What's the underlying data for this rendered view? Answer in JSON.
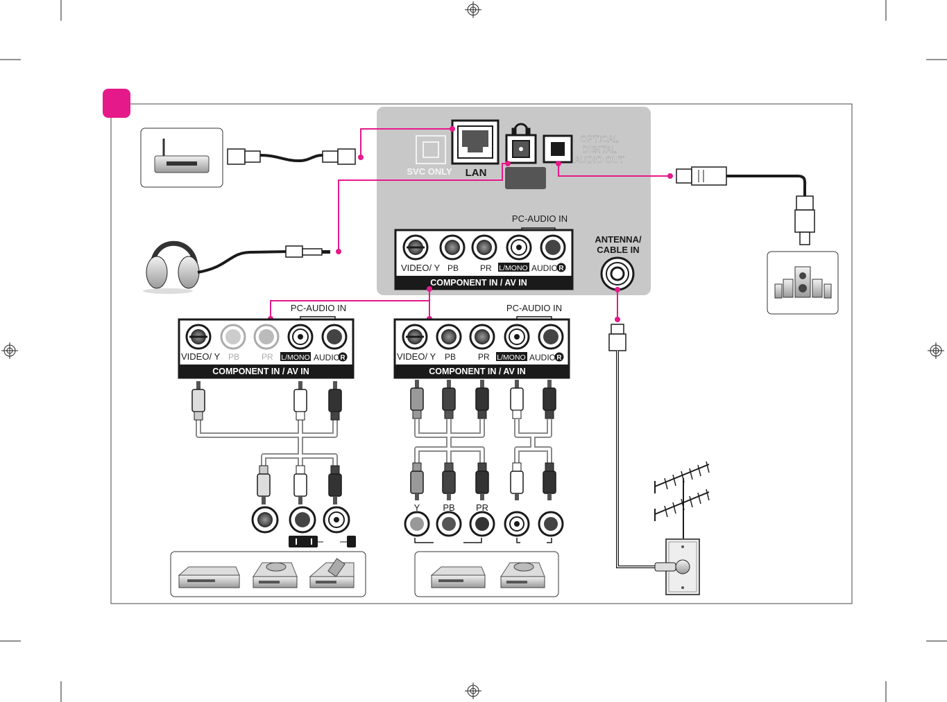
{
  "colors": {
    "accent": "#e5198a",
    "panel": "#c8c8c8",
    "dark": "#1a1a1a",
    "frame": "#444444"
  },
  "top_panel": {
    "svc_only": "SVC ONLY",
    "lan": "LAN",
    "headphone_symbol": "headphone-icon",
    "optical_line1": "OPTICAL",
    "optical_line2": "DIGITAL",
    "optical_line3": "AUDIO OUT",
    "pc_audio_in": "PC-AUDIO IN",
    "video_y": "VIDEO/ Y",
    "pb": "PB",
    "pr": "PR",
    "l_mono": "L/MONO",
    "audio": "AUDIO",
    "audio_r": "R",
    "component_bar": "COMPONENT IN / AV IN",
    "antenna_line1": "ANTENNA/",
    "antenna_line2": "CABLE IN"
  },
  "left_panel": {
    "pc_audio_in": "PC-AUDIO IN",
    "video_y": "VIDEO/ Y",
    "pb": "PB",
    "pr": "PR",
    "l_mono": "L/MONO",
    "audio": "AUDIO",
    "audio_r": "R",
    "component_bar": "COMPONENT IN / AV IN"
  },
  "right_panel": {
    "pc_audio_in": "PC-AUDIO IN",
    "video_y": "VIDEO/ Y",
    "pb": "PB",
    "pr": "PR",
    "l_mono": "L/MONO",
    "audio": "AUDIO",
    "audio_r": "R",
    "component_bar": "COMPONENT IN / AV IN"
  },
  "component_device_labels": {
    "y": "Y",
    "pb": "PB",
    "pr": "PR"
  },
  "devices": {
    "router": "router-icon",
    "headphones": "headphones-icon",
    "speakers": "home-theater-speakers-icon",
    "antenna": "antenna-icon",
    "wall_jack": "wall-outlet-icon",
    "av_devices": [
      "dvd-recorder-icon",
      "dvd-player-icon",
      "camcorder-icon"
    ],
    "component_devices": [
      "dvd-recorder-icon",
      "dvd-player-icon"
    ]
  }
}
